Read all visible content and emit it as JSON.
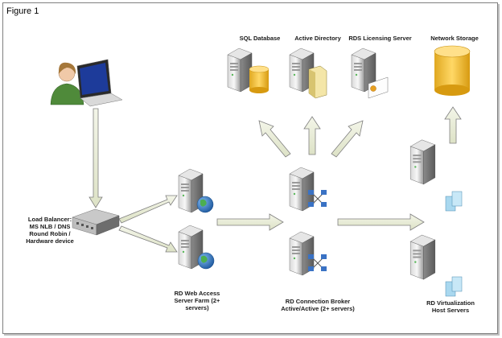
{
  "figure_title": "Figure 1",
  "nodes": {
    "sql_database": {
      "label": "SQL Database"
    },
    "active_directory": {
      "label": "Active Directory"
    },
    "rds_licensing": {
      "label": "RDS Licensing Server"
    },
    "network_storage": {
      "label": "Network Storage"
    },
    "load_balancer": {
      "label_lines": [
        "Load Balancer:",
        "MS NLB / DNS",
        "Round Robin /",
        "Hardware device"
      ]
    },
    "rd_web_access": {
      "label_lines": [
        "RD Web Access",
        "Server Farm (2+",
        "servers)"
      ]
    },
    "rd_connection_broker": {
      "label_lines": [
        "RD Connection Broker",
        "Active/Active (2+ servers)"
      ]
    },
    "rd_virtualization": {
      "label_lines": [
        "RD Virtualization",
        "Host Servers"
      ]
    }
  },
  "colors": {
    "arrow_fill": "#e9ecd9",
    "arrow_stroke": "#7f7f7f",
    "server_light": "#f2f2f2",
    "server_dark": "#8c8c8c",
    "db_gold": "#f5c242",
    "globe_blue": "#2e6fb8",
    "globe_green": "#4caf50",
    "vm_blue": "#a9d8ef",
    "frame": "#7f7f7f"
  }
}
